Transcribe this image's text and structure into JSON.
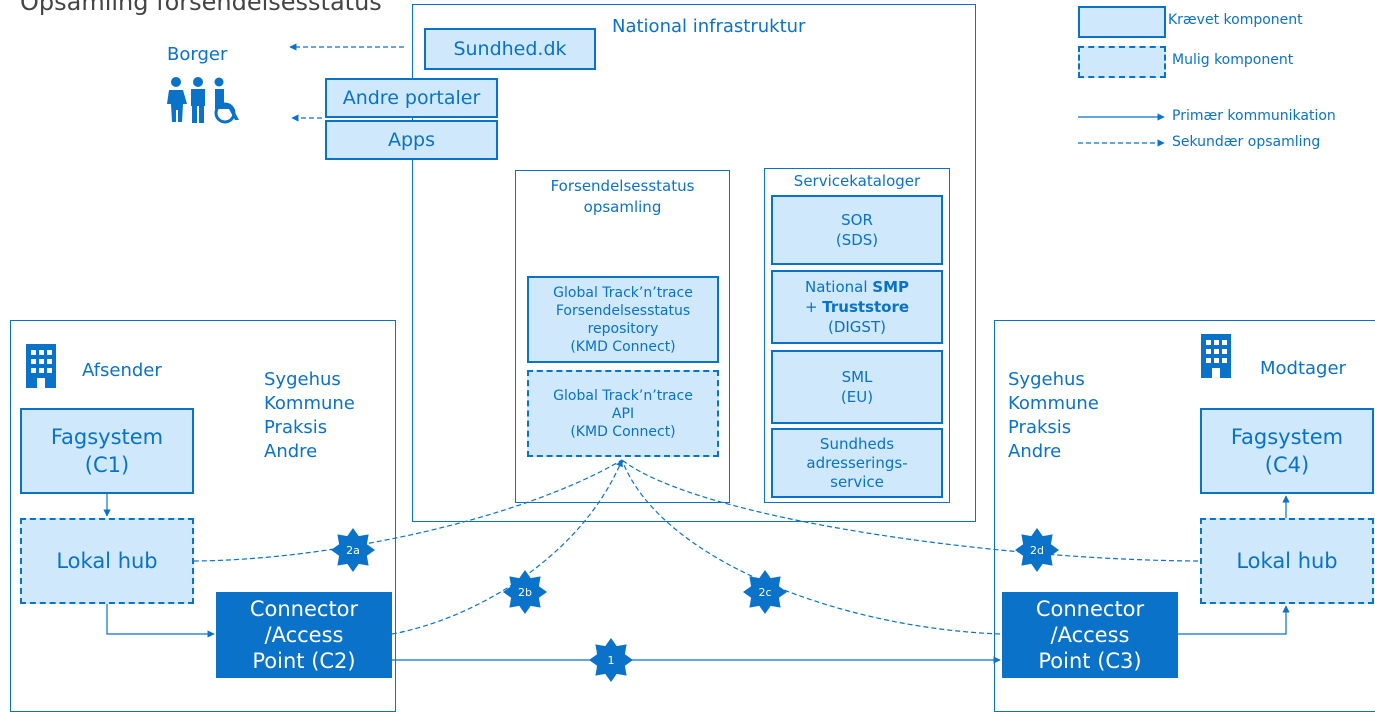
{
  "title": "Opsamling forsendelsesstatus",
  "colors": {
    "primary": "#0a72c9",
    "fill": "#cfe8fb",
    "text": "#0a72c9"
  },
  "national": {
    "label": "National infrastruktur",
    "sundhed": "Sundhed.dk",
    "andre_portaler": "Andre portaler",
    "apps": "Apps",
    "forsendelse_label": "Forsendelsesstatus\nopsamling",
    "gtt_repo": "Global Track’n’trace\nForsendelsesstatus\nrepository\n(KMD Connect)",
    "gtt_api": "Global Track’n’trace\nAPI\n(KMD Connect)",
    "servicekataloger_label": "Servicekataloger",
    "sor": "SOR\n(SDS)",
    "smp": {
      "prefix": "National ",
      "smp": "SMP",
      "plus": "+ ",
      "truststore": "Truststore",
      "owner": "(DIGST)"
    },
    "sml": "SML\n(EU)",
    "sundheds_adr": "Sundheds\nadresserings-\nservice"
  },
  "borger": {
    "label": "Borger",
    "icon": "people-icon"
  },
  "sender": {
    "label": "Afsender",
    "orgs": "Sygehus\nKommune\nPraksis\nAndre",
    "fagsystem": "Fagsystem\n(C1)",
    "lokal_hub": "Lokal hub",
    "connector": "Connector\n/Access\nPoint (C2)",
    "icon": "building-icon"
  },
  "receiver": {
    "label": "Modtager",
    "orgs": "Sygehus\nKommune\nPraksis\nAndre",
    "fagsystem": "Fagsystem\n(C4)",
    "lokal_hub": "Lokal hub",
    "connector": "Connector\n/Access\nPoint (C3)",
    "icon": "building-icon"
  },
  "legend": {
    "kraevet": "Krævet komponent",
    "mulig": "Mulig komponent",
    "primaer": "Primær kommunikation",
    "sekundaer": "Sekundær opsamling"
  },
  "badges": [
    "2a",
    "2b",
    "2c",
    "2d",
    "1"
  ]
}
